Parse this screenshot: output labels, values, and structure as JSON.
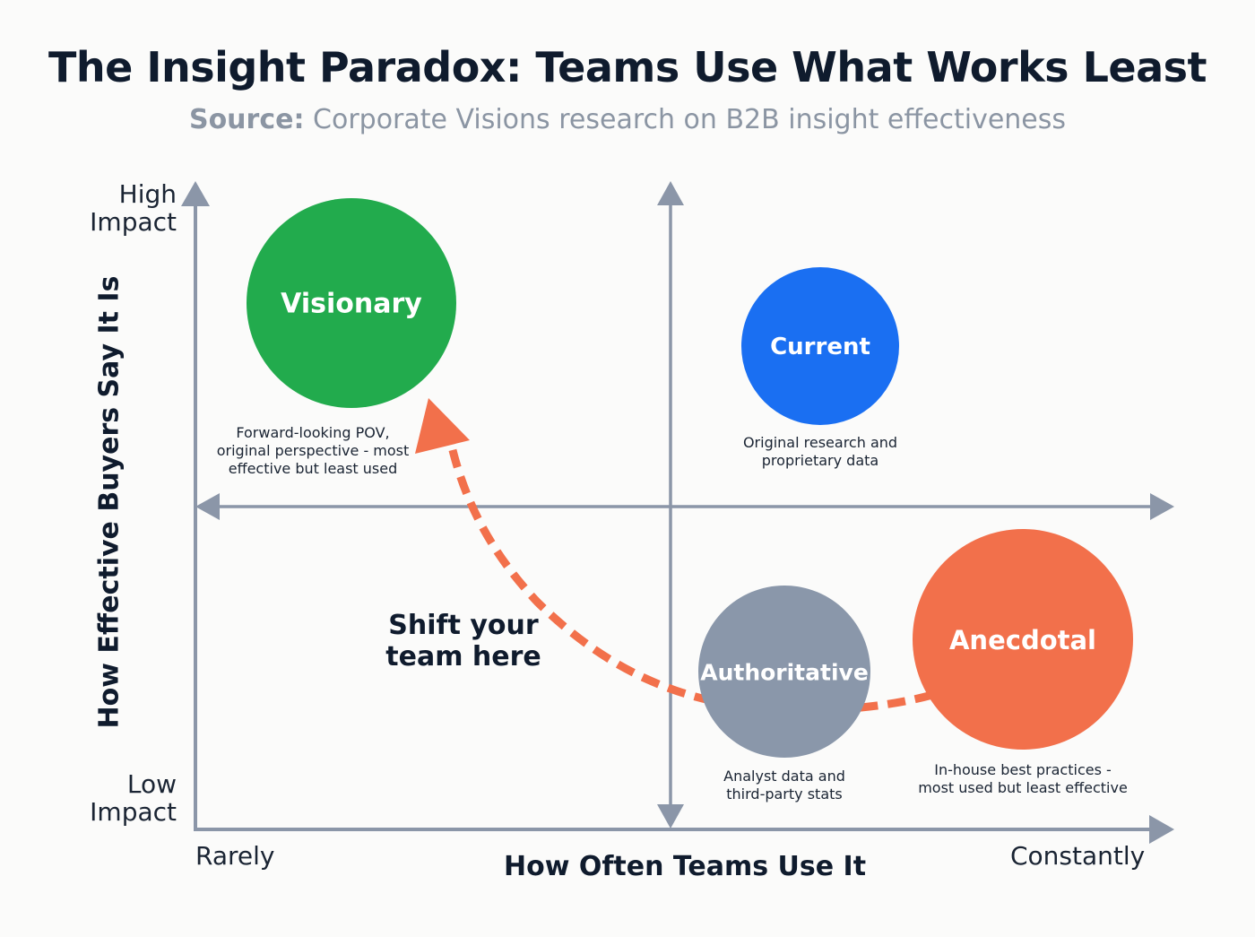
{
  "title": "The Insight Paradox: Teams Use What Works Least",
  "source": {
    "label": "Source:",
    "text": "Corporate Visions research on B2B insight effectiveness"
  },
  "axes": {
    "y_title": "How Effective Buyers Say It Is",
    "y_high_line1": "High",
    "y_high_line2": "Impact",
    "y_low_line1": "Low",
    "y_low_line2": "Impact",
    "x_title": "How Often Teams Use It",
    "x_low": "Rarely",
    "x_high": "Constantly"
  },
  "quadrants": {
    "visionary": {
      "label": "Visionary",
      "desc_line1": "Forward-looking POV,",
      "desc_line2": "original perspective - most",
      "desc_line3": "effective but least used",
      "color": "#22ab4d"
    },
    "current": {
      "label": "Current",
      "desc_line1": "Original research and",
      "desc_line2": "proprietary data",
      "color": "#1a6ff2"
    },
    "authoritative": {
      "label": "Authoritative",
      "desc_line1": "Analyst data and",
      "desc_line2": "third-party stats",
      "color": "#8a97aa"
    },
    "anecdotal": {
      "label": "Anecdotal",
      "desc_line1": "In-house best practices -",
      "desc_line2": "most used but least effective",
      "color": "#f2704b"
    }
  },
  "callout": {
    "line1": "Shift your",
    "line2": "team here"
  },
  "colors": {
    "axis": "#8b96a8",
    "arrow": "#f2704b"
  }
}
